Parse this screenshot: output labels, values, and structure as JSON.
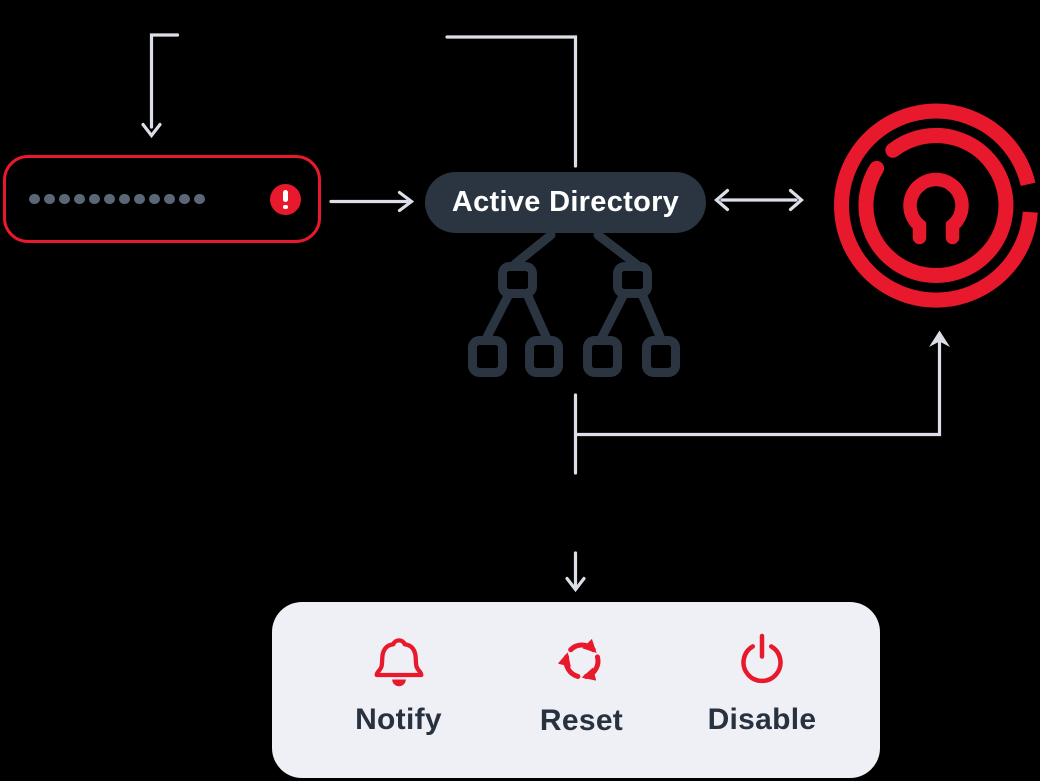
{
  "background_color": "#000000",
  "colors": {
    "accent_red": "#e8192c",
    "dark_slate": "#2b3541",
    "arrow_gray": "#dcdfe9",
    "panel_bg": "#eef0f5",
    "password_dot": "#5a6777",
    "label_text": "#28313f",
    "pill_text": "#ffffff"
  },
  "password_field": {
    "dots_count": 12,
    "status_icon": "alert-icon"
  },
  "directory": {
    "label": "Active Directory",
    "tree": {
      "mid_nodes": 2,
      "leaf_nodes": 4
    }
  },
  "logo": {
    "name": "security-brand-logo",
    "color": "#e8192c"
  },
  "actions_panel": {
    "items": [
      {
        "label": "Notify",
        "icon": "bell-icon"
      },
      {
        "label": "Reset",
        "icon": "recycle-icon"
      },
      {
        "label": "Disable",
        "icon": "power-icon"
      }
    ]
  },
  "flows": [
    {
      "from": "top-edge-left",
      "to": "password-field",
      "arrowheads": "end"
    },
    {
      "from": "password-field",
      "to": "active-directory",
      "arrowheads": "end"
    },
    {
      "from": "top-edge-center",
      "to": "active-directory",
      "arrowheads": "none"
    },
    {
      "from": "active-directory",
      "to": "security-logo",
      "arrowheads": "both"
    },
    {
      "from": "directory-tree",
      "to": "security-logo",
      "arrowheads": "end"
    },
    {
      "from": "directory-tree",
      "to": "actions-panel",
      "arrowheads": "end"
    }
  ]
}
